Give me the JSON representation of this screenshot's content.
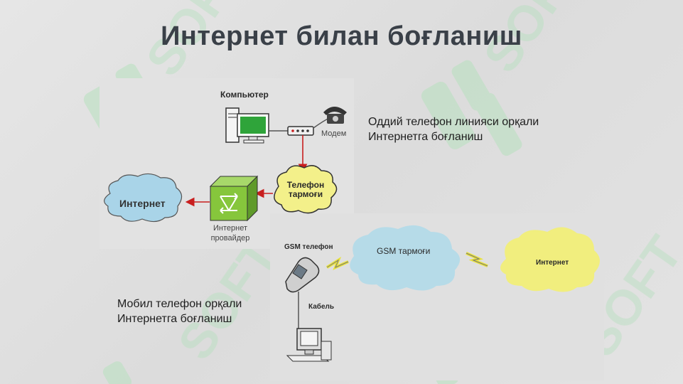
{
  "slide": {
    "title": "Интернет билан боғланиш",
    "watermark": "SOFT"
  },
  "diagram_phone_line": {
    "computer_label": "Компьютер",
    "modem_label": "Модем",
    "phone_network_label": "Телефон тармоғи",
    "provider_label": "Интернет провайдер",
    "internet_label": "Интернет",
    "caption": "Оддий телефон линияси орқали Интернетга боғланиш"
  },
  "diagram_mobile": {
    "gsm_phone_label": "GSM телефон",
    "gsm_network_label": "GSM тармоғи",
    "cable_label": "Кабель",
    "internet_label": "Интернет",
    "caption": "Мобил телефон орқали Интернетга боғланиш"
  },
  "colors": {
    "cloud_blue": "#a9d4e8",
    "cloud_yellow": "#f3f08a",
    "provider_green": "#86c63c",
    "arrow_red": "#c81e1e",
    "watermark_green": "#b6e0bd"
  }
}
